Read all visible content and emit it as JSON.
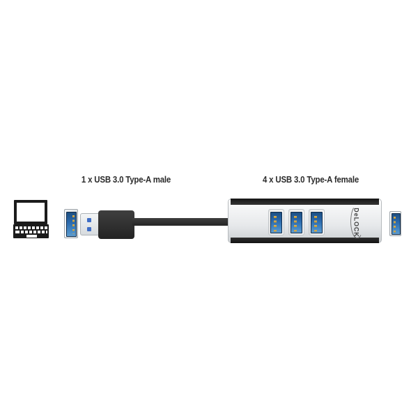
{
  "background": "#ffffff",
  "annotations": {
    "male_label": "1 x USB 3.0 Type-A male",
    "female_label": "4 x USB 3.0 Type-A female"
  },
  "device": {
    "brand_logo": "DeLOCK"
  },
  "icons": {
    "laptop": "laptop-icon",
    "female_connector": "usb-3-female-connector-icon",
    "male_connector": "usb-3-male-connector-icon",
    "hub": "usb-hub-icon",
    "side_port": "usb-port-icon"
  },
  "colors": {
    "usb_blue": "#2c6aad",
    "usb_blue_dark": "#122c4a",
    "pin_gold": "#cda13e",
    "hub_silver": "#e8eaec",
    "device_black": "#1a1a1a",
    "label_text": "#2b2b2b"
  }
}
